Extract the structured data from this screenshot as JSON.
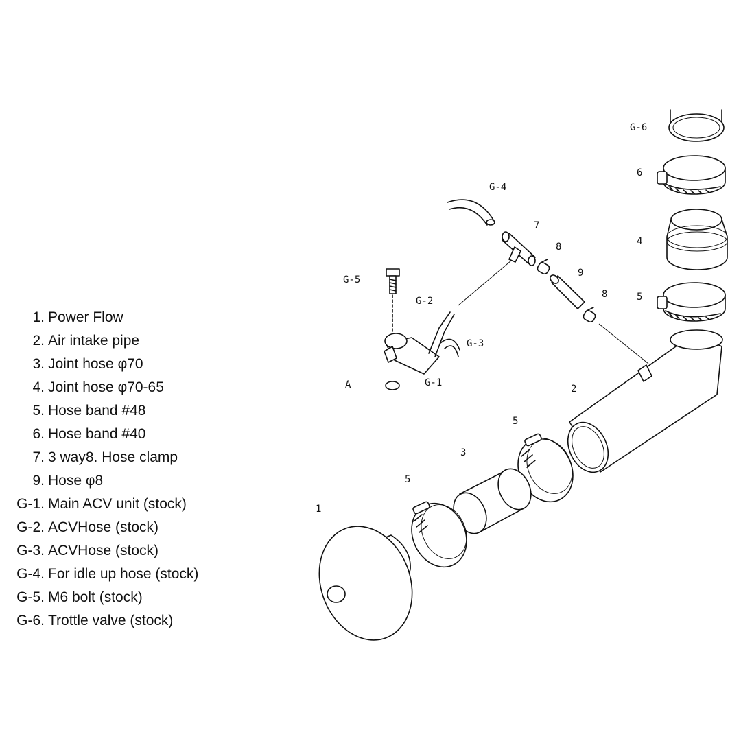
{
  "legend": [
    {
      "code": "1.",
      "name": "Power Flow"
    },
    {
      "code": "2.",
      "name": "Air intake pipe"
    },
    {
      "code": "3.",
      "name": "Joint hose φ70"
    },
    {
      "code": "4.",
      "name": "Joint hose φ70-65"
    },
    {
      "code": "5.",
      "name": "Hose band #48"
    },
    {
      "code": "6.",
      "name": "Hose band #40"
    },
    {
      "code": "7.",
      "name": "3 way8. Hose clamp"
    },
    {
      "code": "9.",
      "name": "Hose φ8"
    },
    {
      "code": "G-1.",
      "name": "Main ACV unit (stock)"
    },
    {
      "code": "G-2.",
      "name": "ACVHose (stock)"
    },
    {
      "code": "G-3.",
      "name": "ACVHose (stock)"
    },
    {
      "code": "G-4.",
      "name": "For idle up hose (stock)"
    },
    {
      "code": "G-5.",
      "name": "M6 bolt (stock)"
    },
    {
      "code": "G-6.",
      "name": "Trottle valve (stock)"
    }
  ],
  "callouts": {
    "g6": "G-6",
    "p6": "6",
    "g4": "G-4",
    "p7": "7",
    "p8a": "8",
    "p4": "4",
    "p9": "9",
    "g5": "G-5",
    "g2": "G-2",
    "p8b": "8",
    "p5a": "5",
    "g3": "G-3",
    "a": "A",
    "g1": "G-1",
    "p2": "2",
    "p5b": "5",
    "p3": "3",
    "p5c": "5",
    "p1": "1"
  }
}
